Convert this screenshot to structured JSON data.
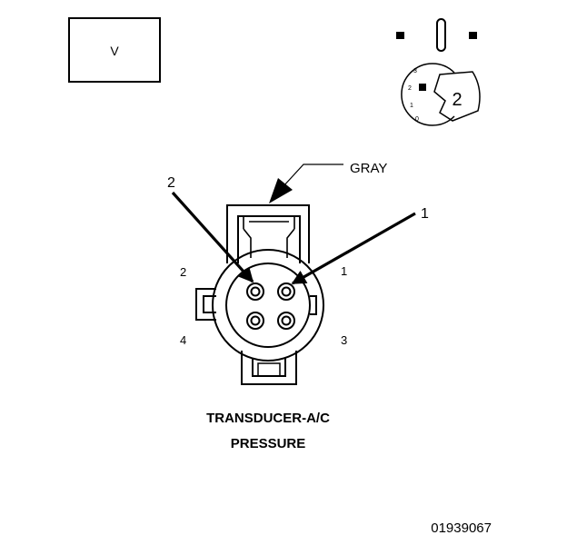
{
  "view_box": {
    "letter": "V"
  },
  "key_diagram": {
    "scale_labels": [
      "3",
      "2",
      "1",
      "0"
    ],
    "position_number": "2"
  },
  "connector": {
    "color_label": "GRAY",
    "callouts": {
      "left": "2",
      "right": "1"
    },
    "cavity_labels": {
      "top_left": "2",
      "top_right": "1",
      "bottom_left": "4",
      "bottom_right": "3"
    }
  },
  "title": {
    "line1": "TRANSDUCER-A/C",
    "line2": "PRESSURE"
  },
  "figure_id": "01939067"
}
